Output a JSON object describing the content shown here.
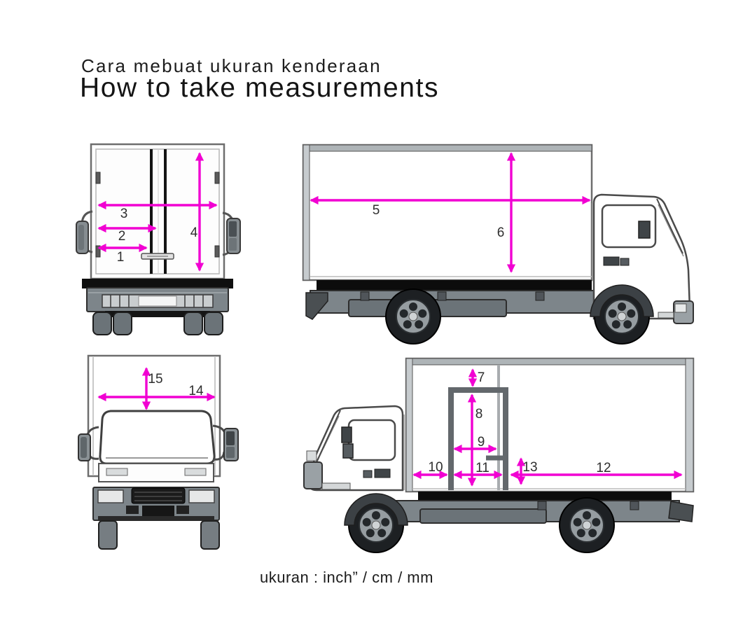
{
  "header": {
    "subtitle": "Cara mebuat ukuran kenderaan",
    "title": "How to take measurements"
  },
  "views": {
    "rear": {
      "measurement_numbers": [
        "1",
        "2",
        "3",
        "4"
      ]
    },
    "side": {
      "measurement_numbers": [
        "5",
        "6"
      ]
    },
    "front": {
      "measurement_numbers": [
        "14",
        "15"
      ]
    },
    "side_door_detail": {
      "measurement_numbers": [
        "7",
        "8",
        "9",
        "10",
        "11",
        "12",
        "13"
      ]
    }
  },
  "labels": {
    "m1": "1",
    "m2": "2",
    "m3": "3",
    "m4": "4",
    "m5": "5",
    "m6": "6",
    "m7": "7",
    "m8": "8",
    "m9": "9",
    "m10": "10",
    "m11": "11",
    "m12": "12",
    "m13": "13",
    "m14": "14",
    "m15": "15"
  },
  "footer": {
    "units_note": "ukuran : inch” / cm / mm"
  },
  "colors": {
    "measurement_arrow": "#F100D2",
    "label_text": "#2e2e2e"
  }
}
